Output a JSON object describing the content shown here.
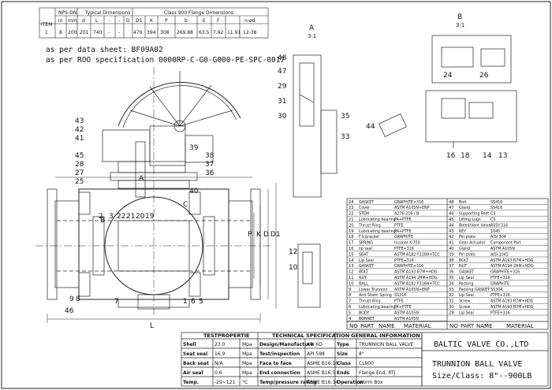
{
  "header_table": {
    "item_label": "ITEM",
    "group_nps": "NPS-DN",
    "group_typical": "Typical Dimensions",
    "group_flange": "Class 900 Flange Dimensions",
    "cols": [
      "in",
      "mm",
      "d",
      "L",
      "-",
      "-",
      "D",
      "D1",
      "K",
      "P",
      "b",
      "E",
      "F",
      "n-ød"
    ],
    "row": [
      "1",
      "8",
      "200",
      "201",
      "740",
      "-",
      "-",
      "479",
      "394",
      "308",
      "269.88",
      "63.5",
      "7.92",
      "11.91",
      "12-38"
    ]
  },
  "notes": {
    "line1": "as per data sheet: BF09A02",
    "line2": "as per ROO specification 0000RP-C-G0-G000-PE-SPC-0017"
  },
  "callouts": {
    "main": [
      "43",
      "42",
      "41",
      "45",
      "28",
      "27",
      "25",
      "38",
      "37",
      "36",
      "39",
      "40",
      "2",
      "3",
      "22",
      "21",
      "20",
      "19",
      "9",
      "8",
      "46",
      "7",
      "1",
      "6",
      "5"
    ],
    "detail_a": [
      "48",
      "47",
      "29",
      "31",
      "30",
      "35",
      "33",
      "44"
    ],
    "detail_b": [
      "24",
      "26"
    ],
    "detail_c": [
      "16",
      "18",
      "14",
      "13"
    ],
    "detail_small": [
      "12",
      "10"
    ],
    "dims": [
      "A",
      "B",
      "C",
      "P",
      "K",
      "D",
      "D1",
      "L"
    ],
    "view_a": "A",
    "view_a_scale": "3:1",
    "view_b": "B",
    "view_b_scale": "3:1"
  },
  "parts_left": [
    [
      "24",
      "GASKET",
      "GRAPHITE+316"
    ],
    [
      "23",
      "Cover",
      "ASTM A105N+ENP"
    ],
    [
      "22",
      "STEM",
      "A276-316 / B"
    ],
    [
      "21",
      "Lubricating bearing",
      "PA+PTFE"
    ],
    [
      "20",
      "Thrust Ring",
      "PTFE"
    ],
    [
      "19",
      "Lubricating bearing",
      "PA+PTFE"
    ],
    [
      "18",
      "F.S.bracket",
      "GRAPHITE"
    ],
    [
      "17",
      "SPRING",
      "Inconel X-750"
    ],
    [
      "16",
      "lip seal",
      "PTFE+316"
    ],
    [
      "15",
      "SEAT",
      "ASTM A182 F316H+TCC"
    ],
    [
      "14",
      "Lip Seal",
      "PTFE+316"
    ],
    [
      "13",
      "GASKET",
      "GRAPHITE+316"
    ],
    [
      "12",
      "BOLT",
      "ASTM A193 B7M+HDG"
    ],
    [
      "11",
      "NUT",
      "ASTM A194 2HM+HDG"
    ],
    [
      "10",
      "BALL",
      "ASTM A182 F316H+TCC"
    ],
    [
      "9",
      "Lower Trunnion",
      "ASTM A105N+ENP"
    ],
    [
      "8",
      "Anti Static Spring",
      "SS316"
    ],
    [
      "7",
      "Thrust Ring",
      "PTFE"
    ],
    [
      "6",
      "Lubricating bearing",
      "PA+PTFE"
    ],
    [
      "5",
      "BODY",
      "ASTM A105N"
    ],
    [
      "4",
      "BONNET",
      "ASTM A105N"
    ]
  ],
  "parts_right": [
    [
      "48",
      "Bolt",
      "SS416"
    ],
    [
      "47",
      "Gland",
      "SS416"
    ],
    [
      "46",
      "Supporting Feet",
      "CS"
    ],
    [
      "45",
      "Lifting Lugs",
      "CS"
    ],
    [
      "44",
      "Bleed/Vent Valve",
      "ASSY.316"
    ],
    [
      "43",
      "KEY",
      "1045"
    ],
    [
      "42",
      "Pin plate",
      "AISI 304"
    ],
    [
      "41",
      "Gear Actuator",
      "Component Part"
    ],
    [
      "40",
      "Gland",
      "ASTM A105N"
    ],
    [
      "39",
      "Pin plate",
      "AISI 1045"
    ],
    [
      "38",
      "BOLT",
      "ASTM A193 B7M+HDG"
    ],
    [
      "37",
      "NUT",
      "ASTM A194 2HM+HDG"
    ],
    [
      "36",
      "GASKET",
      "GRAPHITE+316"
    ],
    [
      "35",
      "Lip Seal",
      "PTFE+316"
    ],
    [
      "34",
      "Packing",
      "GRAPHITE"
    ],
    [
      "33",
      "Packing GASKET",
      "SS304"
    ],
    [
      "32",
      "Lip Seal",
      "PTFE+316"
    ],
    [
      "31",
      "Screw",
      "ASTM A193 B7M+HDG"
    ],
    [
      "30",
      "Screw",
      "ASTM A193 B7M+HDG"
    ],
    [
      "29",
      "Lip Seal",
      "PTFE+316"
    ]
  ],
  "parts_footer": [
    "NO",
    "PART",
    "NAME",
    "MATERIAL",
    "NO",
    "PART",
    "NAME",
    "MATERIAL"
  ],
  "test_props": {
    "title": "TESTPROPERTIE",
    "rows": [
      [
        "Shell",
        "23.0",
        "Mpa"
      ],
      [
        "Seat seal",
        "16.9",
        "Mpa"
      ],
      [
        "Back seat",
        "N/A",
        "Mpa"
      ],
      [
        "Air seal",
        "0.6",
        "Mpa"
      ],
      [
        "Temp.",
        "-29~121",
        "°C"
      ]
    ]
  },
  "tech_spec": {
    "title": "TECHNICAL SPECIFICATION",
    "rows": [
      [
        "Design/Manufacture",
        "API 6D"
      ],
      [
        "Test/inspection",
        "API 598"
      ],
      [
        "Face to face",
        "ASME B16.10"
      ],
      [
        "End connection",
        "ASME B16.5"
      ],
      [
        "Temp/pressure rating",
        "ASME B16.34"
      ]
    ]
  },
  "general_info": {
    "title": "GENERAL INFORMATION",
    "rows": [
      [
        "Type",
        "TRUNNION BALL VALVE"
      ],
      [
        "Size",
        "8\""
      ],
      [
        "Class",
        "CL900"
      ],
      [
        "Ends",
        "Flange End, RTJ"
      ],
      [
        "Operation",
        "Worm Box"
      ]
    ]
  },
  "title_block": {
    "company": "BALTIC VALVE CO.,LTD",
    "title": "TRUNNION BALL VALVE",
    "subtitle": "Size/Class: 8\"--900LB"
  }
}
